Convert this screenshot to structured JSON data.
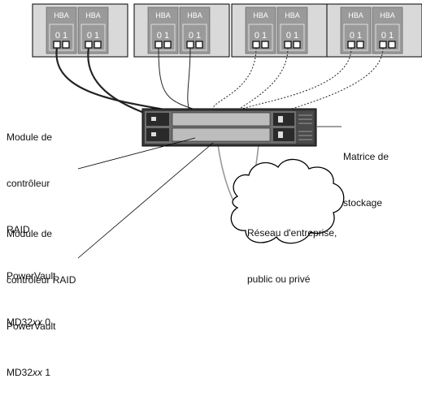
{
  "servers": [
    {
      "hba": [
        "HBA",
        "HBA"
      ],
      "ports": [
        "0 1",
        "0 1"
      ]
    },
    {
      "hba": [
        "HBA",
        "HBA"
      ],
      "ports": [
        "0 1",
        "0 1"
      ]
    },
    {
      "hba": [
        "HBA",
        "HBA"
      ],
      "ports": [
        "0 1",
        "0 1"
      ]
    },
    {
      "hba": [
        "HBA",
        "HBA"
      ],
      "ports": [
        "0 1",
        "0 1"
      ]
    }
  ],
  "labels": {
    "module0": {
      "line1": "Module de",
      "line2": "contrôleur",
      "line3": "RAID",
      "line4": "PowerVault",
      "model_prefix": "MD32",
      "model_italic": "xx",
      "model_suffix": " 0"
    },
    "module1": {
      "line1": "Module de",
      "line2": "contrôleur RAID",
      "line3": "PowerVault",
      "model_prefix": "MD32",
      "model_italic": "xx",
      "model_suffix": " 1"
    },
    "storage": {
      "line1": "Matrice de",
      "line2": "stockage"
    },
    "network": {
      "line1": "Réseau d'entreprise,",
      "line2": "public ou privé"
    }
  },
  "colors": {
    "server_fill": "#d9d9d9",
    "hba_fill": "#9a9a9a",
    "hba_text": "#ffffff",
    "cable": "#222222",
    "network_cable": "#999999"
  }
}
